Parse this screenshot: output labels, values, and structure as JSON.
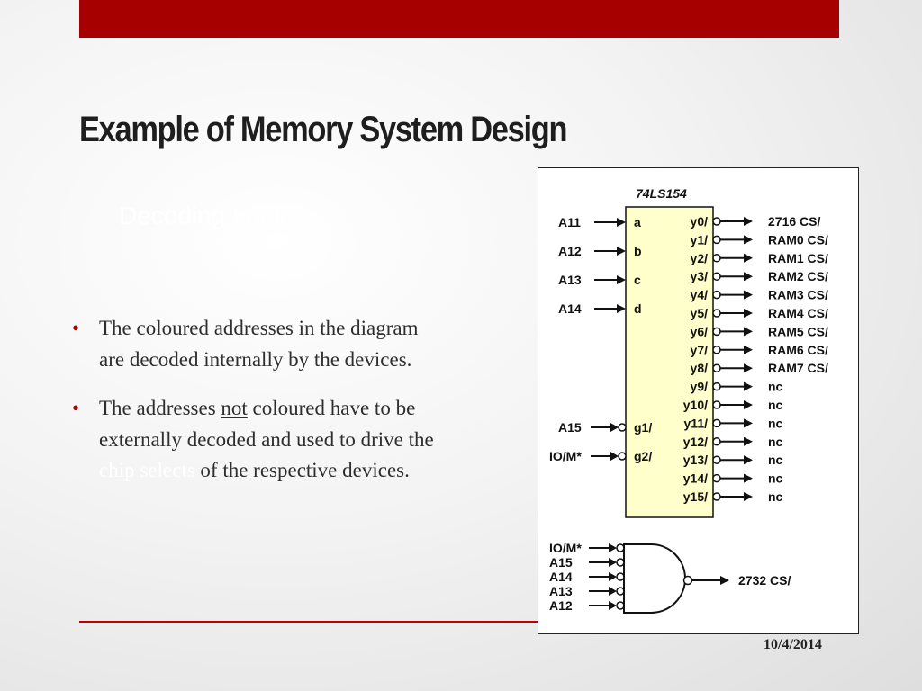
{
  "slide": {
    "title": "Example of Memory System Design",
    "subtitle": "Decoding Logic",
    "bullet1": "The coloured addresses in the diagram are decoded internally by the devices.",
    "bullet2": {
      "part1": "The addresses ",
      "underlined": "not",
      "part2": " coloured have to be externally decoded and used to drive the ",
      "highlight": "chip selects",
      "part3": " of the respective devices."
    },
    "bullet_char": "•",
    "date": "10/4/2014"
  },
  "colors": {
    "accent": "#a70000",
    "chip_fill": "#ffffcc"
  },
  "diagram": {
    "chip_name": "74LS154",
    "select_inputs": [
      {
        "signal": "A11",
        "pin": "a"
      },
      {
        "signal": "A12",
        "pin": "b"
      },
      {
        "signal": "A13",
        "pin": "c"
      },
      {
        "signal": "A14",
        "pin": "d"
      }
    ],
    "enable_inputs": [
      {
        "signal": "A15",
        "pin": "g1/"
      },
      {
        "signal": "IO/M*",
        "pin": "g2/"
      }
    ],
    "outputs": [
      {
        "pin": "y0/",
        "label": "2716 CS/"
      },
      {
        "pin": "y1/",
        "label": "RAM0 CS/"
      },
      {
        "pin": "y2/",
        "label": "RAM1 CS/"
      },
      {
        "pin": "y3/",
        "label": "RAM2 CS/"
      },
      {
        "pin": "y4/",
        "label": "RAM3 CS/"
      },
      {
        "pin": "y5/",
        "label": "RAM4 CS/"
      },
      {
        "pin": "y6/",
        "label": "RAM5 CS/"
      },
      {
        "pin": "y7/",
        "label": "RAM6 CS/"
      },
      {
        "pin": "y8/",
        "label": "RAM7 CS/"
      },
      {
        "pin": "y9/",
        "label": "nc"
      },
      {
        "pin": "y10/",
        "label": "nc"
      },
      {
        "pin": "y11/",
        "label": "nc"
      },
      {
        "pin": "y12/",
        "label": "nc"
      },
      {
        "pin": "y13/",
        "label": "nc"
      },
      {
        "pin": "y14/",
        "label": "nc"
      },
      {
        "pin": "y15/",
        "label": "nc"
      }
    ],
    "nand_inputs": [
      "IO/M*",
      "A15",
      "A14",
      "A13",
      "A12"
    ],
    "nand_output": "2732 CS/"
  }
}
